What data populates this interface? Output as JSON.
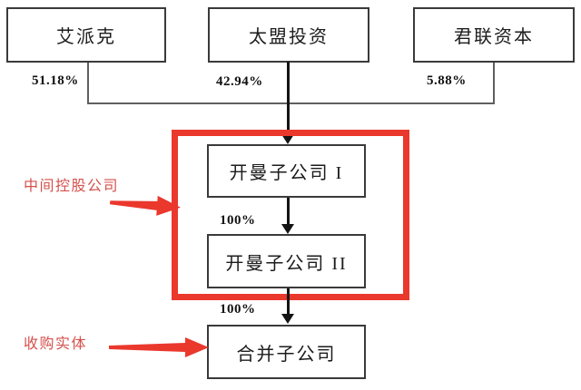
{
  "entities": {
    "top": [
      {
        "name": "艾派克",
        "ownership": "51.18%"
      },
      {
        "name": "太盟投资",
        "ownership": "42.94%"
      },
      {
        "name": "君联资本",
        "ownership": "5.88%"
      }
    ],
    "cayman_sub_1": "开曼子公司 I",
    "cayman_sub_2": "开曼子公司 II",
    "merger_sub": "合并子公司"
  },
  "ownership_labels": {
    "cayman1_to_cayman2": "100%",
    "cayman2_to_merger": "100%"
  },
  "annotations": {
    "intermediate_holding": "中间控股公司",
    "acquisition_entity": "收购实体"
  },
  "colors": {
    "highlight_red": "#ea382d",
    "annotation_text_red": "#d4504c",
    "line_black": "#141414",
    "connector_gray": "#5f5f5f",
    "box_border": "#3a3a3a"
  }
}
